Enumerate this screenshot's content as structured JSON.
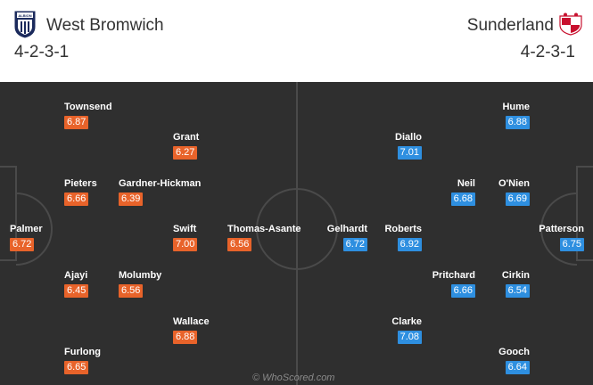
{
  "home": {
    "name": "West Bromwich",
    "formation": "4-2-3-1",
    "crest_label": "ALBION",
    "color": "#e8632a",
    "players": [
      {
        "name": "Townsend",
        "rating": "6.87"
      },
      {
        "name": "Grant",
        "rating": "6.27"
      },
      {
        "name": "Pieters",
        "rating": "6.66"
      },
      {
        "name": "Gardner-Hickman",
        "rating": "6.39"
      },
      {
        "name": "Palmer",
        "rating": "6.72"
      },
      {
        "name": "Swift",
        "rating": "7.00"
      },
      {
        "name": "Thomas-Asante",
        "rating": "6.56"
      },
      {
        "name": "Ajayi",
        "rating": "6.45"
      },
      {
        "name": "Molumby",
        "rating": "6.56"
      },
      {
        "name": "Wallace",
        "rating": "6.88"
      },
      {
        "name": "Furlong",
        "rating": "6.65"
      }
    ]
  },
  "away": {
    "name": "Sunderland",
    "formation": "4-2-3-1",
    "color": "#2e8fe0",
    "players": [
      {
        "name": "Hume",
        "rating": "6.88"
      },
      {
        "name": "Diallo",
        "rating": "7.01"
      },
      {
        "name": "Neil",
        "rating": "6.68"
      },
      {
        "name": "O'Nien",
        "rating": "6.69"
      },
      {
        "name": "Gelhardt",
        "rating": "6.72"
      },
      {
        "name": "Roberts",
        "rating": "6.92"
      },
      {
        "name": "Patterson",
        "rating": "6.75"
      },
      {
        "name": "Pritchard",
        "rating": "6.66"
      },
      {
        "name": "Cirkin",
        "rating": "6.54"
      },
      {
        "name": "Clarke",
        "rating": "7.08"
      },
      {
        "name": "Gooch",
        "rating": "6.64"
      }
    ]
  },
  "watermark": "© WhoScored.com"
}
